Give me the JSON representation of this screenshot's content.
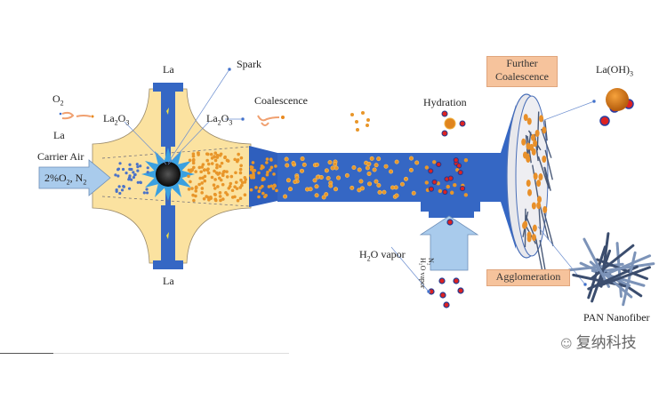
{
  "labels": {
    "la_top": "La",
    "la_bottom": "La",
    "spark": "Spark",
    "o2": "O",
    "o2_sub": "2",
    "la_left": "La",
    "la2o3_left": "La",
    "la2o3_left_sub1": "2",
    "la2o3_left_o": "O",
    "la2o3_left_sub2": "3",
    "la2o3_right": "La",
    "la2o3_right_sub1": "2",
    "la2o3_right_o": "O",
    "la2o3_right_sub2": "3",
    "coalescence": "Coalescence",
    "carrier_air": "Carrier Air",
    "inlet_gas": "2%O",
    "inlet_gas_sub": "2",
    "inlet_gas_tail": ", N",
    "inlet_gas_sub2": "2",
    "hydration": "Hydration",
    "further_coalescence_1": "Further",
    "further_coalescence_2": "Coalescence",
    "la_oh3": "La(OH)",
    "la_oh3_sub": "3",
    "h2o_vapor": "H",
    "h2o_vapor_sub": "2",
    "h2o_vapor_tail": "O vapor",
    "vapor_arrow_1": "N₂",
    "vapor_arrow_2": "H₂O vapor",
    "agglomeration": "Agglomeration",
    "pan_nanofiber": "PAN Nanofiber",
    "watermark": "复纳科技"
  },
  "colors": {
    "chamber": "#fbe2a0",
    "tube": "#3567c4",
    "particle": "#e8962a",
    "arrow": "#a9cbec",
    "box": "#f6c39c"
  }
}
